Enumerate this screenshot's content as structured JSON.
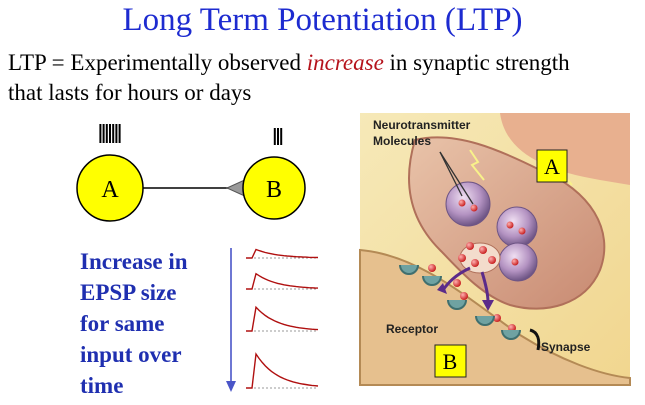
{
  "title": "Long Term Potentiation (LTP)",
  "definition": {
    "prefix": "LTP = Experimentally observed ",
    "emphasis": "increase",
    "suffix": " in synaptic strength",
    "line2": "that lasts for hours or days"
  },
  "diagram": {
    "neuron_a": "A",
    "neuron_b": "B",
    "spikes_a": 7,
    "spikes_b": 3,
    "side_text": [
      "Increase in",
      "EPSP size",
      "for same",
      "input over",
      "time"
    ],
    "epsp_levels": [
      0.25,
      0.45,
      0.7,
      1.0
    ]
  },
  "illustration": {
    "label_nt": [
      "Neurotransmitter",
      "Molecules"
    ],
    "label_a": "A",
    "label_b": "B",
    "label_receptor": "Receptor",
    "label_synapse": "Synapse"
  },
  "colors": {
    "title": "#1d2bd0",
    "emphasis": "#b5121b",
    "neuron_fill": "#ffff00",
    "side_text": "#1f2fb0",
    "trace": "#b01010"
  }
}
